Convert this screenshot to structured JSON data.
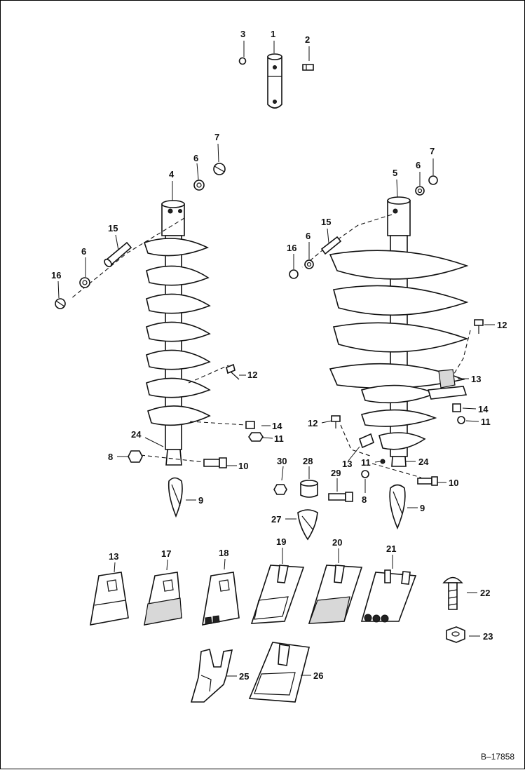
{
  "callouts": {
    "top_pin": {
      "n1": "1",
      "n2": "2",
      "n3": "3"
    },
    "left_auger": {
      "n4": "4",
      "n6a": "6",
      "n7": "7",
      "n15": "15",
      "n6b": "6",
      "n16": "16",
      "n12": "12",
      "n14": "14",
      "n11": "11",
      "n24": "24",
      "n8": "8",
      "n10": "10",
      "n9": "9"
    },
    "right_auger": {
      "n5": "5",
      "n6a": "6",
      "n7": "7",
      "n15": "15",
      "n6b": "6",
      "n16": "16",
      "n12a": "12",
      "n13a": "13",
      "n14": "14",
      "n11a": "11",
      "n12b": "12",
      "n13b": "13",
      "n11b": "11",
      "n24": "24",
      "n8": "8",
      "n10": "10",
      "n9": "9"
    },
    "pilot_parts": {
      "n30": "30",
      "n28": "28",
      "n29": "29",
      "n27": "27"
    },
    "teeth": {
      "n13": "13",
      "n17": "17",
      "n18": "18",
      "n19": "19",
      "n20": "20",
      "n21": "21",
      "n22": "22",
      "n23": "23",
      "n25": "25",
      "n26": "26"
    }
  },
  "document_id": "B–17858"
}
